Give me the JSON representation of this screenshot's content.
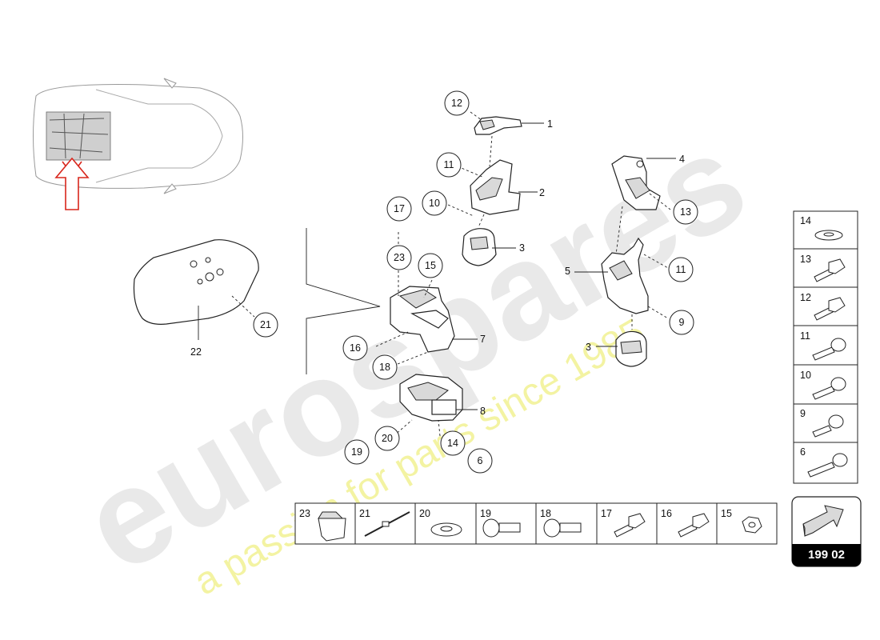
{
  "watermark": {
    "brand": "eurospares",
    "tagline": "a passion for parts since 1985"
  },
  "page_number": "199 02",
  "callouts": {
    "c1": "1",
    "c2": "2",
    "c3a": "3",
    "c3b": "3",
    "c4": "4",
    "c5": "5",
    "c6": "6",
    "c7": "7",
    "c8": "8",
    "c9": "9",
    "c10": "10",
    "c11a": "11",
    "c11b": "11",
    "c12": "12",
    "c13": "13",
    "c14": "14",
    "c15": "15",
    "c16": "16",
    "c17": "17",
    "c18": "18",
    "c19": "19",
    "c20": "20",
    "c21": "21",
    "c22": "22",
    "c23": "23"
  },
  "side_table": [
    "14",
    "13",
    "12",
    "11",
    "10",
    "9",
    "6"
  ],
  "bottom_table": [
    "23",
    "21",
    "20",
    "19",
    "18",
    "17",
    "16",
    "15"
  ],
  "colors": {
    "arrow": "#d8261c",
    "line": "#222222",
    "watermark": "#e9e9e9",
    "tagline": "#f3f3a2"
  }
}
